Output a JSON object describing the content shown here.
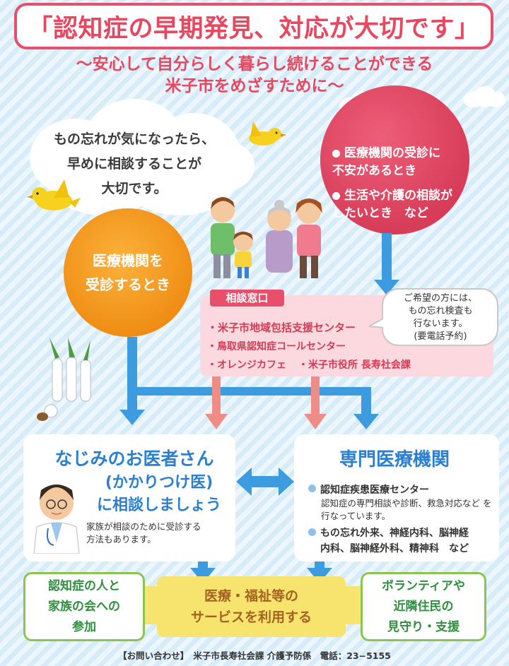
{
  "title": "「認知症の早期発見、対応が大切です」",
  "subtitle": "〜安心して自分らしく暮らし続けることができる\n米子市をめざすために〜",
  "cloud_text": "もの忘れが気になったら、\n早めに相談することが\n大切です。",
  "pink_circle": {
    "items": [
      "医療機関の受診に\n不安があるとき",
      "生活や介護の相談が\nしたいとき　など"
    ]
  },
  "orange_circle": {
    "text": "医療機関を\n受診するとき"
  },
  "consult": {
    "tag": "相談窓口",
    "items": [
      "・米子市地域包括支援センター",
      "・鳥取県認知症コールセンター",
      "・オレンジカフェ",
      "・米子市役所 長寿社会課"
    ]
  },
  "bubble": "ご希望の方には、\nもの忘れ検査も\n行ないます。\n(要電話予約)",
  "left_panel": {
    "title": "なじみのお医者さん",
    "sub": "(かかりつけ医)\nに相談しましょう",
    "note": "家族が相談のために受診する\n方法もあります。"
  },
  "right_panel": {
    "title": "専門医療機関",
    "item1": "認知症疾患医療センター",
    "item1_desc": "認知症の専門相談や診断、救急対応など を行なっています。",
    "item2": "もの忘れ外来、神経内科、脳神経\n内科、脳神経外科、精神科　など"
  },
  "bottom": {
    "left": "認知症の人と\n家族の会への\n参加",
    "center": "医療・福祉等の\nサービスを利用する",
    "right": "ボランティアや\n近隣住民の\n見守り・支援"
  },
  "footer": "【お問い合わせ】　米子市長寿社会課 介護予防係　電話：23−5155",
  "colors": {
    "title_red": "#e8475f",
    "arrow_blue": "#3d9be0",
    "arrow_pink": "#ef8c86",
    "panel_title_blue": "#2a7fd0",
    "green": "#2f8f3e"
  }
}
